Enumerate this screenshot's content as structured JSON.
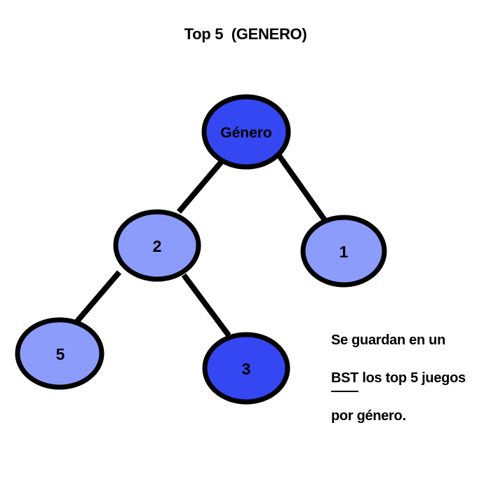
{
  "title": "Top 5  (GENERO)",
  "colors": {
    "dark_node": "#3447f2",
    "light_node": "#8c9cfb",
    "stroke": "#000000"
  },
  "tree": {
    "root": {
      "label": "Género",
      "color": "dark"
    },
    "left": {
      "label": "2",
      "color": "light"
    },
    "right": {
      "label": "1",
      "color": "light"
    },
    "left_left": {
      "label": "5",
      "color": "light"
    },
    "left_right": {
      "label": "3",
      "color": "dark"
    }
  },
  "note": {
    "line1": "Se guardan en un",
    "line2_underlined": "BST",
    "line2_rest": " los top 5 juegos",
    "line3": "por género."
  }
}
